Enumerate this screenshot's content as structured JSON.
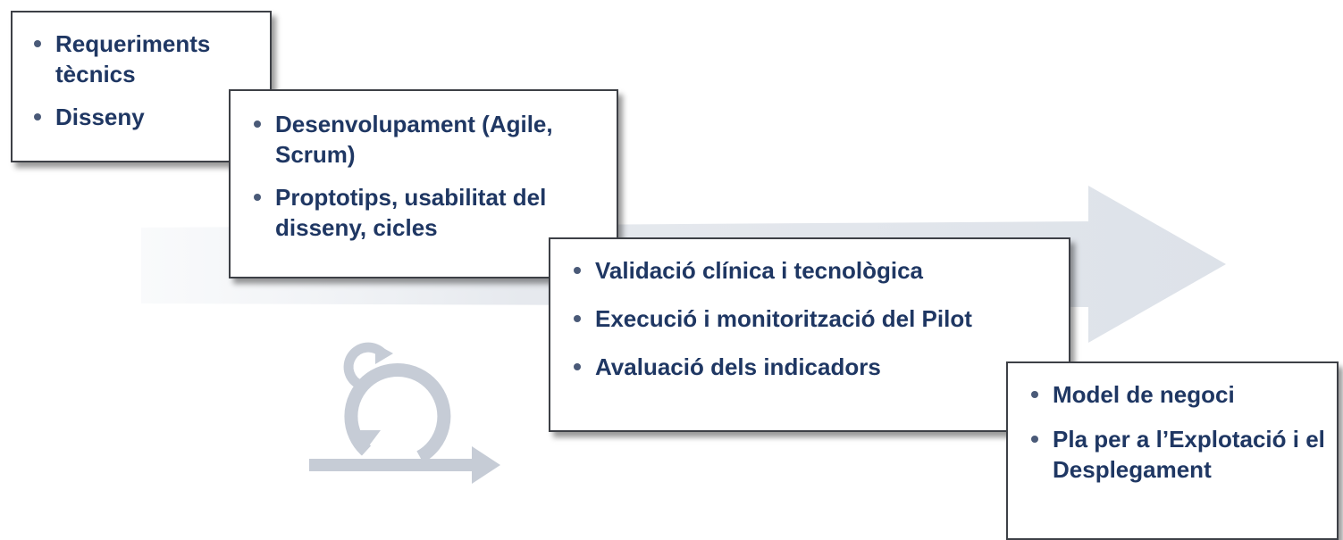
{
  "cards": [
    {
      "items": [
        "Requeriments tècnics",
        "Disseny"
      ]
    },
    {
      "items": [
        "Desenvolupament (Agile, Scrum)",
        "Proptotips, usabilitat del disseny, cicles"
      ]
    },
    {
      "items": [
        "Validació clínica i tecnològica",
        "Execució i monitorització del Pilot",
        "Avaluació dels indicadors"
      ]
    },
    {
      "items": [
        "Model de negoci",
        "Pla per a l’Explotació i el Desplegament"
      ]
    }
  ],
  "colors": {
    "text": "#1f3763",
    "bullet": "#4a5a78",
    "card_border": "#3d4046",
    "arrow": "#e3e7ed",
    "cycle_icon": "#c6ccd6"
  },
  "icons": [
    "background-arrow-icon",
    "iteration-cycle-icon"
  ]
}
